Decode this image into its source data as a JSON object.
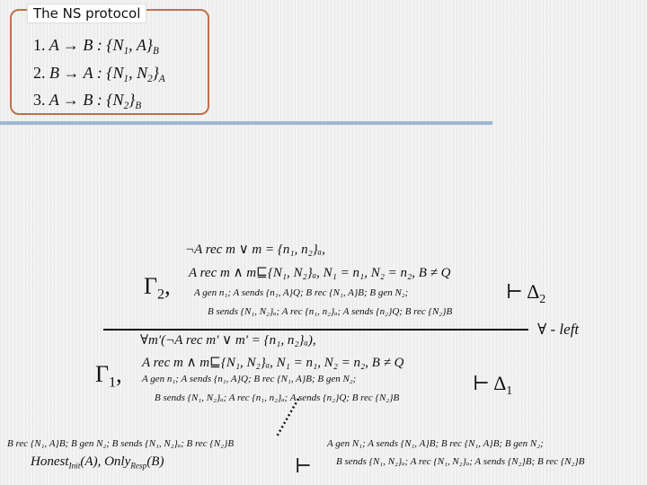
{
  "protocol": {
    "title": "The NS protocol",
    "steps": [
      {
        "num": "1.",
        "text": "A → B : {N",
        "s1": "1",
        "mid": ", A}",
        "s2": "B",
        "tail": ""
      },
      {
        "num": "2.",
        "text": "B → A : {N",
        "s1": "1",
        "mid": ", N",
        "s2": "2",
        "tail": "}",
        "s3": "A"
      },
      {
        "num": "3.",
        "text": "A → B : {N",
        "s1": "2",
        "mid": "}",
        "s2": "B",
        "tail": ""
      }
    ]
  },
  "top_sequent": {
    "gamma": "Γ",
    "gamma_sub": "2",
    "line1": "¬A rec m ∨ m = {n₁, n₂}ₐ,",
    "line2": "A rec m ∧ m⊑{N₁, N₂}ₐ,    N₁ = n₁, N₂ = n₂, B ≠ Q",
    "line3": "A gen n₁; A sends {n₁, A}Q; B rec {N₁, A}B; B gen N₂;",
    "line4": "B sends {N₁, N₂}ₐ; A rec {n₁, n₂}ₐ; A sends {n₂}Q; B rec {N₂}B",
    "turnstile": "⊢ Δ",
    "delta_sub": "2"
  },
  "rule_label": "∀ - left",
  "bottom_sequent": {
    "gamma": "Γ",
    "gamma_sub": "1",
    "line1": "∀m′(¬A rec m′ ∨ m′ = {n₁, n₂}ₐ),",
    "line2": "A rec m ∧ m⊑{N₁, N₂}ₐ,    N₁ = n₁, N₂ = n₂, B ≠ Q",
    "line3": "A gen n₁; A sends {n₁, A}Q; B rec {N₁, A}B; B gen N₂;",
    "line4": "B sends {N₁, N₂}ₐ; A rec {n₁, n₂}ₐ; A sends {n₂}Q; B rec {N₂}B",
    "turnstile": "⊢ Δ",
    "delta_sub": "1"
  },
  "root": {
    "left_line1": "B rec {N₁, A}B; B gen N₂; B sends {N₁, N₂}ₐ; B rec {N₂}B",
    "left_line2a": "Honest",
    "left_line2a_sub": "Init",
    "left_line2b": "(A),   Only",
    "left_line2b_sub": "Resp",
    "left_line2c": "(B)",
    "turnstile": "⊢",
    "right_line1": "A gen N₁; A sends {N₁, A}B; B rec {N₁, A}B; B gen N₂;",
    "right_line2": "B sends {N₁, N₂}ₐ; A rec {N₁, N₂}ₐ; A sends {N₂}B; B rec {N₂}B"
  },
  "colors": {
    "box_border": "#c0704a",
    "divider": "#9fb7d6"
  }
}
